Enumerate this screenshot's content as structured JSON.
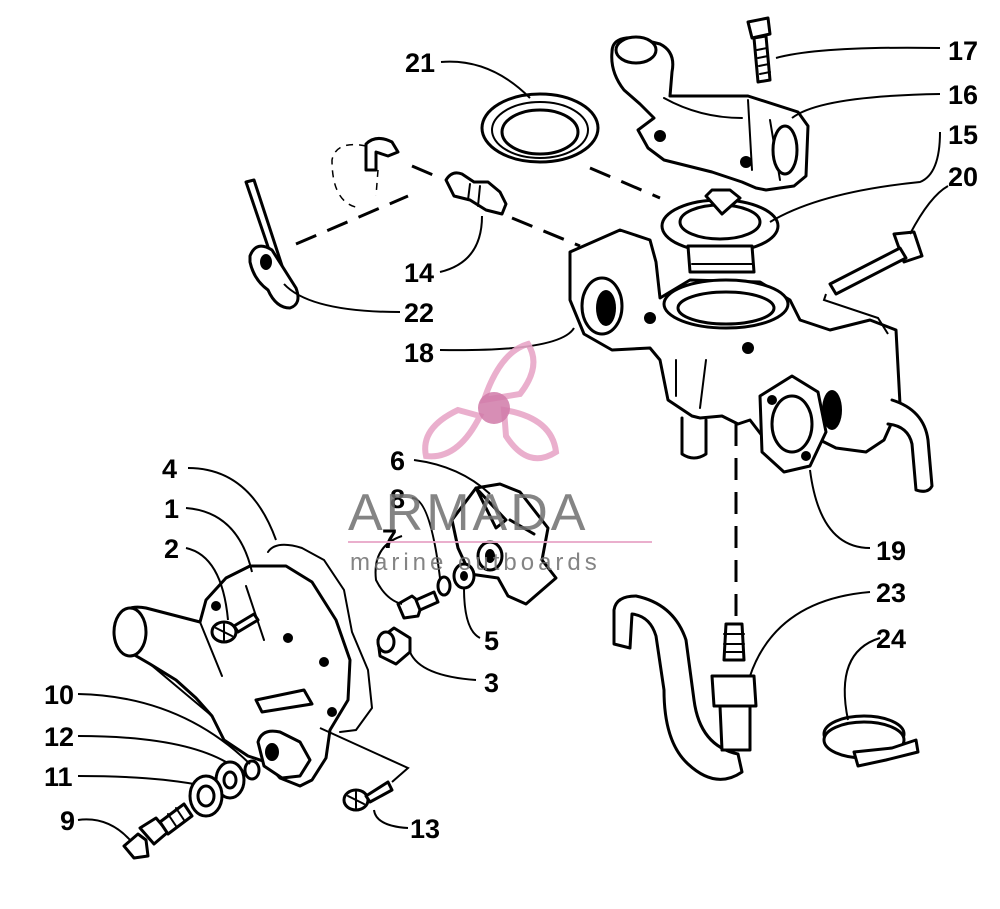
{
  "callouts": [
    {
      "id": "c1",
      "label": "1"
    },
    {
      "id": "c2",
      "label": "2"
    },
    {
      "id": "c3",
      "label": "3"
    },
    {
      "id": "c4",
      "label": "4"
    },
    {
      "id": "c5",
      "label": "5"
    },
    {
      "id": "c6",
      "label": "6"
    },
    {
      "id": "c7",
      "label": "7"
    },
    {
      "id": "c8",
      "label": "8"
    },
    {
      "id": "c9",
      "label": "9"
    },
    {
      "id": "c10",
      "label": "10"
    },
    {
      "id": "c11",
      "label": "11"
    },
    {
      "id": "c12",
      "label": "12"
    },
    {
      "id": "c13",
      "label": "13"
    },
    {
      "id": "c14",
      "label": "14"
    },
    {
      "id": "c15",
      "label": "15"
    },
    {
      "id": "c16",
      "label": "16"
    },
    {
      "id": "c17",
      "label": "17"
    },
    {
      "id": "c18",
      "label": "18"
    },
    {
      "id": "c19",
      "label": "19"
    },
    {
      "id": "c20",
      "label": "20"
    },
    {
      "id": "c21",
      "label": "21"
    },
    {
      "id": "c22",
      "label": "22"
    },
    {
      "id": "c23",
      "label": "23"
    },
    {
      "id": "c24",
      "label": "24"
    }
  ],
  "watermark": {
    "brand": "ARMADA",
    "tagline": "marine outboards",
    "colors": {
      "text": "#6f6f6f",
      "propeller": "#e8a6c8",
      "accent": "#d07aa8"
    }
  }
}
